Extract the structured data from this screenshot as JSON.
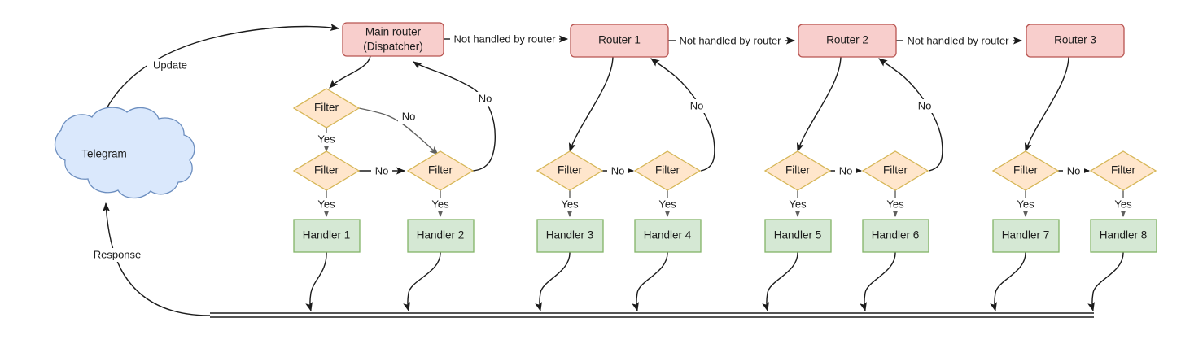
{
  "diagram": {
    "title": "Telegram bot update routing flow",
    "colors": {
      "router_fill": "#f8cecc",
      "router_stroke": "#b85450",
      "filter_fill": "#ffe6cc",
      "filter_stroke": "#d6b656",
      "handler_fill": "#d5e8d4",
      "handler_stroke": "#82b366",
      "cloud_fill": "#dae8fc",
      "cloud_stroke": "#6c8ebf",
      "edge": "#1b1b1b",
      "text": "#1b1b1b",
      "background": "#ffffff"
    },
    "source": {
      "label": "Telegram",
      "shape": "cloud"
    },
    "routers": [
      {
        "id": "main",
        "line1": "Main router",
        "line2": "(Dispatcher)"
      },
      {
        "id": "r1",
        "line1": "Router 1",
        "line2": ""
      },
      {
        "id": "r2",
        "line1": "Router 2",
        "line2": ""
      },
      {
        "id": "r3",
        "line1": "Router 3",
        "line2": ""
      }
    ],
    "filters": [
      {
        "id": "f-top",
        "label": "Filter"
      },
      {
        "id": "f1",
        "label": "Filter"
      },
      {
        "id": "f2",
        "label": "Filter"
      },
      {
        "id": "f3",
        "label": "Filter"
      },
      {
        "id": "f4",
        "label": "Filter"
      },
      {
        "id": "f5",
        "label": "Filter"
      },
      {
        "id": "f6",
        "label": "Filter"
      },
      {
        "id": "f7",
        "label": "Filter"
      },
      {
        "id": "f8",
        "label": "Filter"
      }
    ],
    "handlers": [
      {
        "id": "h1",
        "label": "Handler 1"
      },
      {
        "id": "h2",
        "label": "Handler 2"
      },
      {
        "id": "h3",
        "label": "Handler 3"
      },
      {
        "id": "h4",
        "label": "Handler 4"
      },
      {
        "id": "h5",
        "label": "Handler 5"
      },
      {
        "id": "h6",
        "label": "Handler 6"
      },
      {
        "id": "h7",
        "label": "Handler 7"
      },
      {
        "id": "h8",
        "label": "Handler 8"
      }
    ],
    "edge_labels": {
      "update": "Update",
      "response": "Response",
      "not_handled": "Not handled by router",
      "yes": "Yes",
      "no": "No"
    },
    "not_handled_labels": [
      "Not handled by router",
      "Not handled by router",
      "Not handled by router"
    ],
    "yes_labels": [
      "Yes",
      "Yes",
      "Yes",
      "Yes",
      "Yes",
      "Yes",
      "Yes",
      "Yes",
      "Yes"
    ],
    "no_labels": [
      "No",
      "No",
      "No",
      "No",
      "No",
      "No",
      "No",
      "No"
    ]
  }
}
